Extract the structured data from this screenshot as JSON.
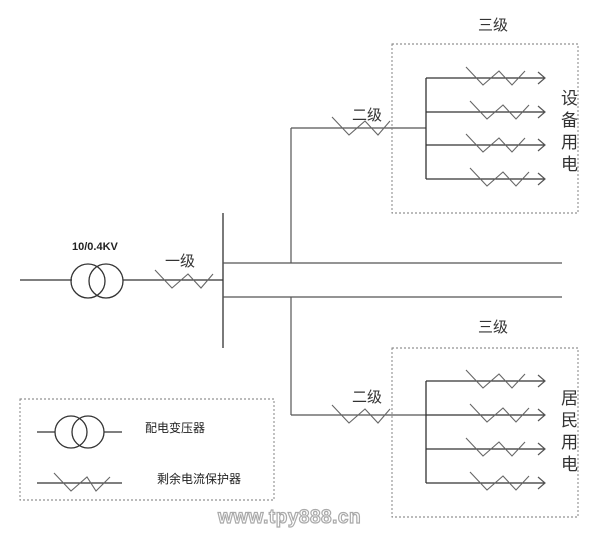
{
  "diagram": {
    "type": "power-distribution-three-level-protection",
    "transformer_label": "10/0.4KV",
    "level1_label": "一级",
    "level2_label": "二级",
    "level3_label": "三级",
    "top_group": {
      "level2_label": "二级",
      "level3_label": "三级",
      "load_label_chars": [
        "设",
        "备",
        "用",
        "电"
      ],
      "load_label": "设备用电",
      "branch_count": 4
    },
    "bottom_group": {
      "level2_label": "二级",
      "level3_label": "三级",
      "load_label_chars": [
        "居",
        "民",
        "用",
        "电"
      ],
      "load_label": "居民用电",
      "branch_count": 4
    }
  },
  "legend": {
    "items": [
      {
        "symbol": "transformer-symbol",
        "label": "配电变压器"
      },
      {
        "symbol": "rcd-symbol",
        "label": "剩余电流保护器"
      }
    ]
  },
  "watermark": "www.tpy888.cn"
}
